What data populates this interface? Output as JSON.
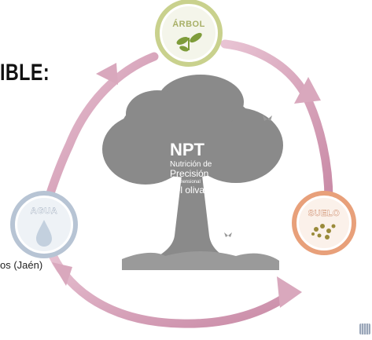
{
  "heading": "IBLE:",
  "caption": "os (Jaén)",
  "center": {
    "title": "NPT",
    "line1": "Nutrición de",
    "line2": "Precisión",
    "line3": "Tridimensional",
    "line4": "del olivar"
  },
  "nodes": {
    "arbol": {
      "label": "ÁRBOL",
      "color": "#c9d18d"
    },
    "suelo": {
      "label": "SUELO",
      "color": "#e8a07a"
    },
    "agua": {
      "label": "AGUA",
      "color": "#b7c4d4"
    }
  },
  "colors": {
    "ring_arrow": "#d9a8bd",
    "tree": "#8a8a8a"
  }
}
